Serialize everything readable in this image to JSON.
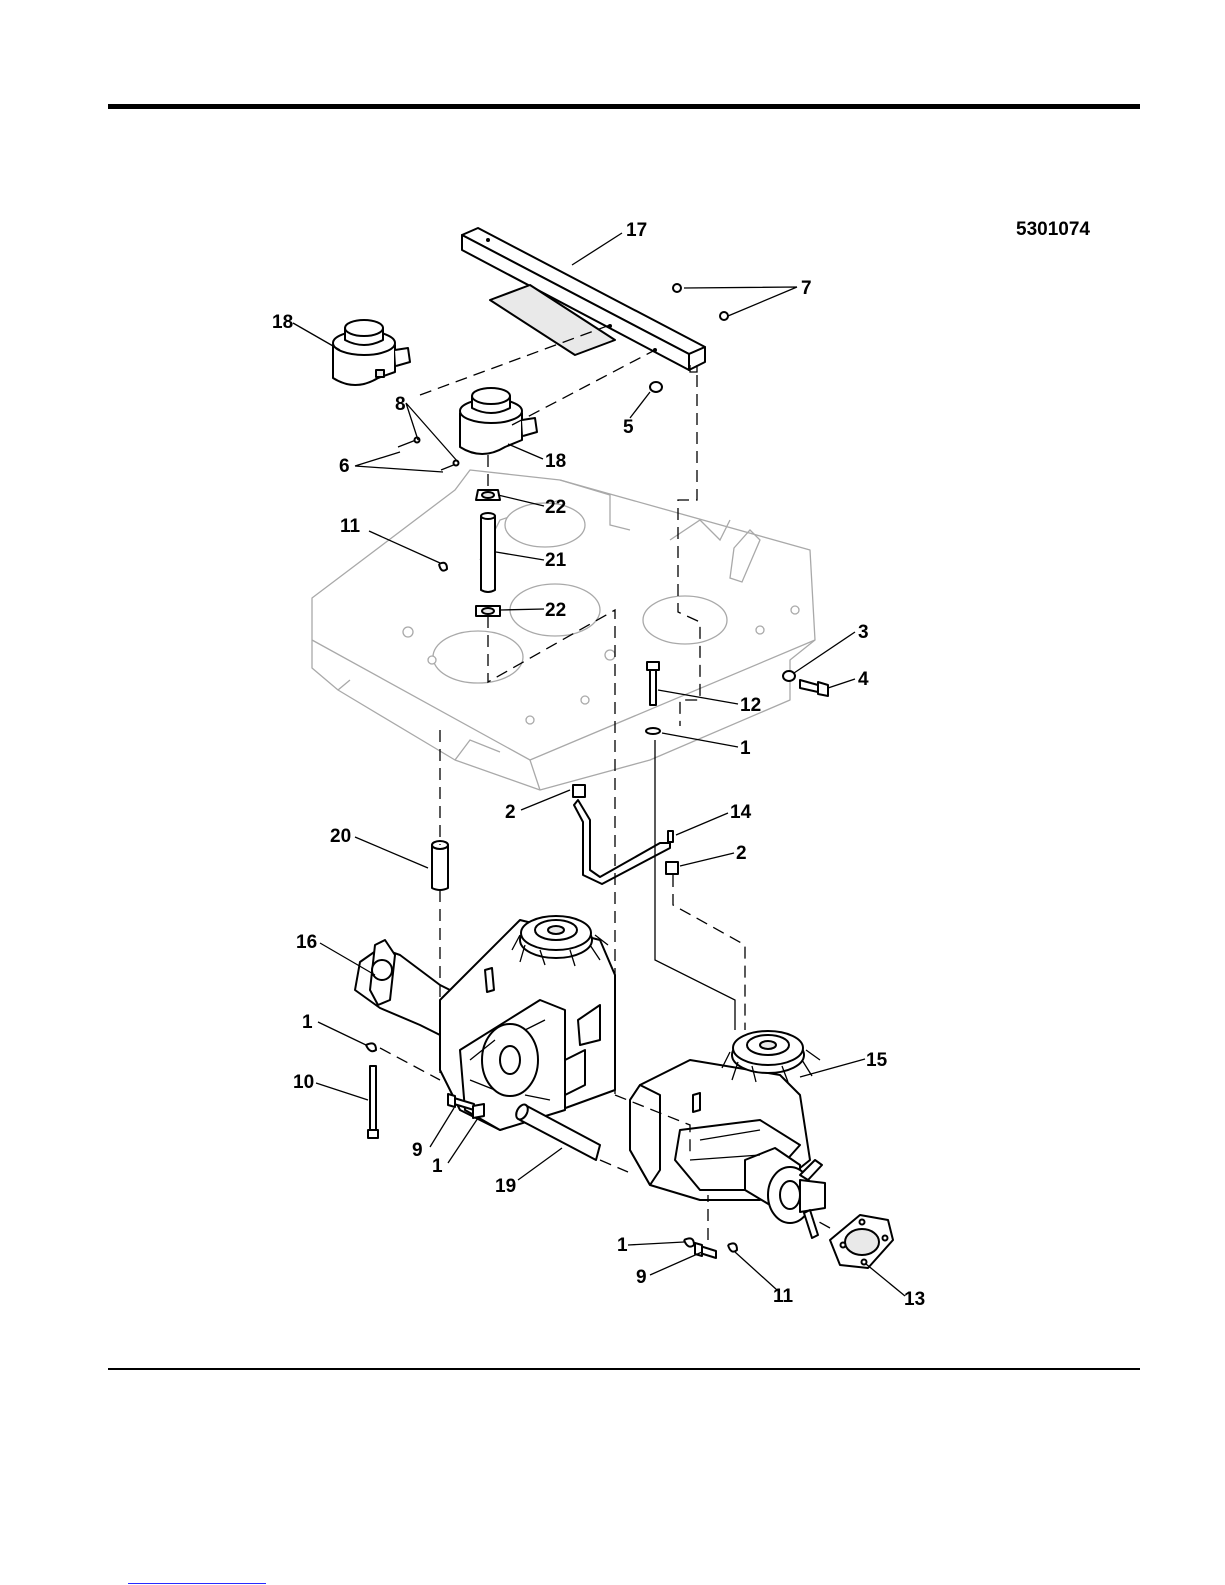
{
  "drawing_number": "5301074",
  "callouts": [
    "1",
    "1",
    "1",
    "1",
    "2",
    "2",
    "3",
    "4",
    "5",
    "6",
    "7",
    "8",
    "9",
    "9",
    "10",
    "11",
    "11",
    "12",
    "13",
    "14",
    "15",
    "16",
    "17",
    "18",
    "18",
    "19",
    "20",
    "21",
    "22",
    "22"
  ]
}
